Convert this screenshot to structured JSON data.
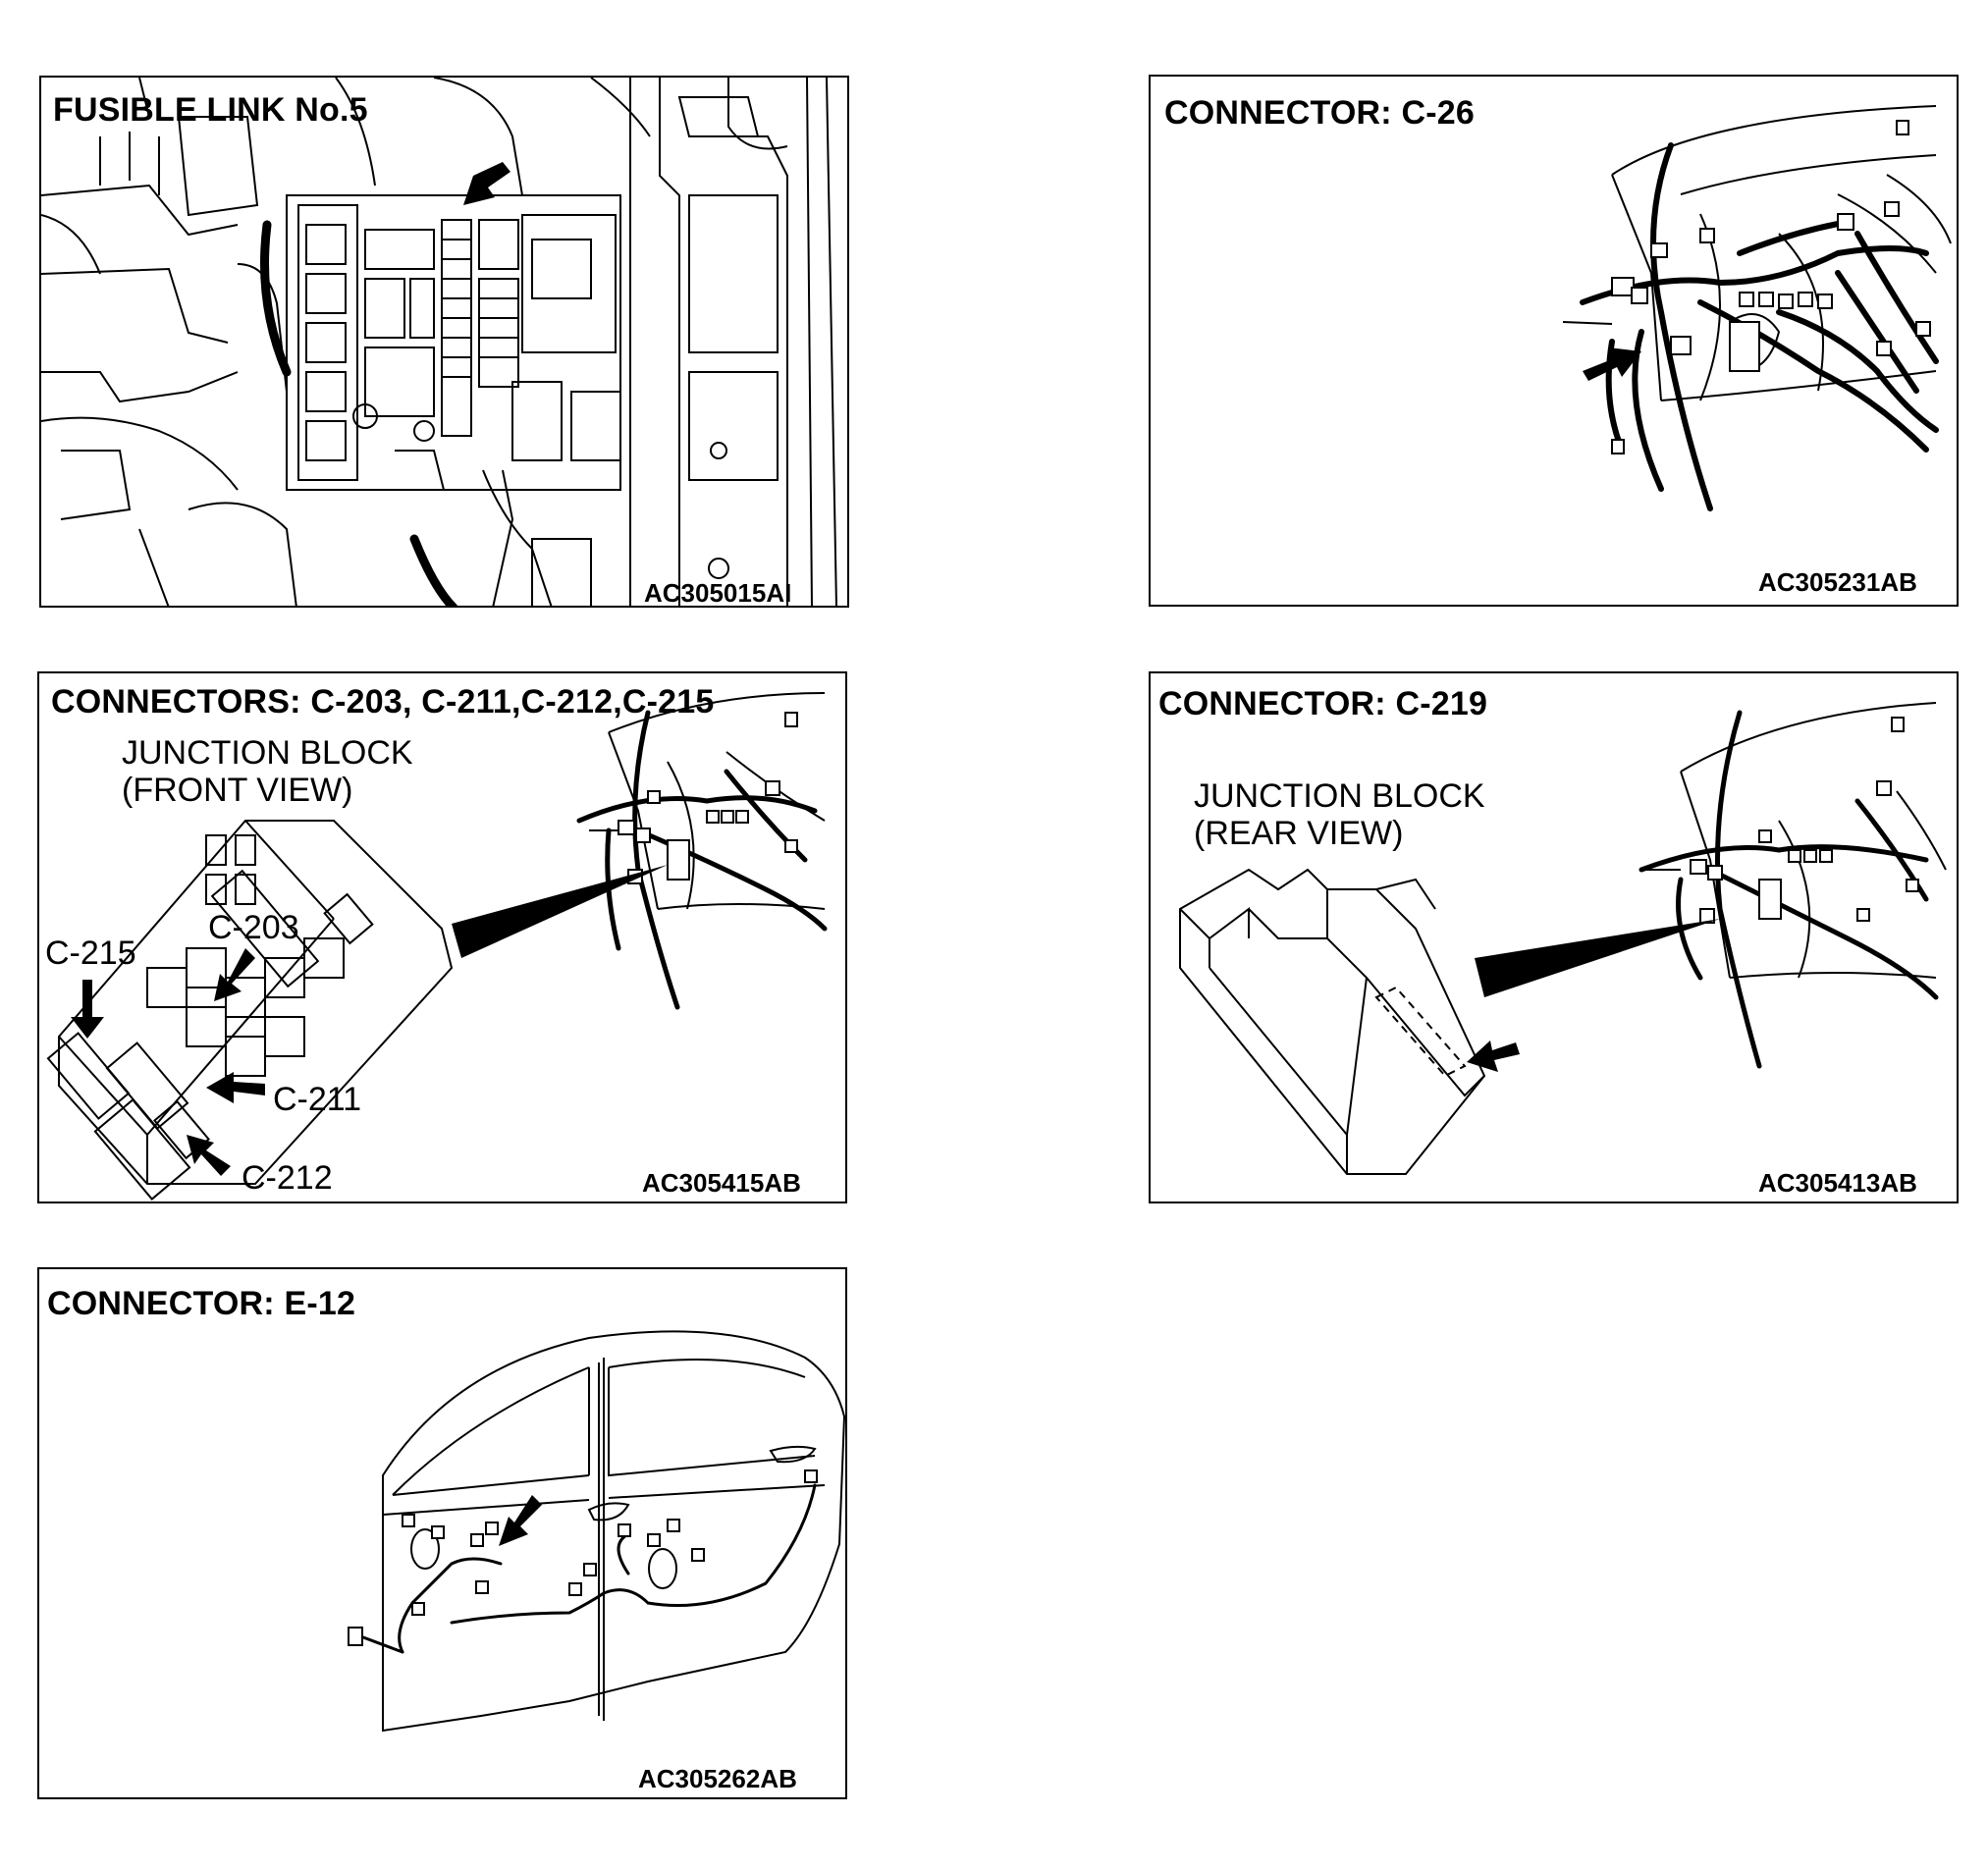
{
  "panels": {
    "fusible_link": {
      "title": "FUSIBLE LINK No.5",
      "code": "AC305015AI"
    },
    "c26": {
      "title": "CONNECTOR: C-26",
      "code": "AC305231AB"
    },
    "front_jb": {
      "title": "CONNECTORS: C-203, C-211,C-212,C-215",
      "view_label_1": "JUNCTION BLOCK",
      "view_label_2": "(FRONT VIEW)",
      "callouts": [
        "C-215",
        "C-203",
        "C-211",
        "C-212"
      ],
      "code": "AC305415AB"
    },
    "c219": {
      "title": "CONNECTOR: C-219",
      "view_label_1": "JUNCTION BLOCK",
      "view_label_2": "(REAR VIEW)",
      "code": "AC305413AB"
    },
    "e12": {
      "title": "CONNECTOR: E-12",
      "code": "AC305262AB"
    }
  },
  "icons": [
    "pointer-arrow-icon",
    "wiring-harness-illustration",
    "junction-block-illustration",
    "car-door-illustration",
    "engine-bay-illustration"
  ]
}
